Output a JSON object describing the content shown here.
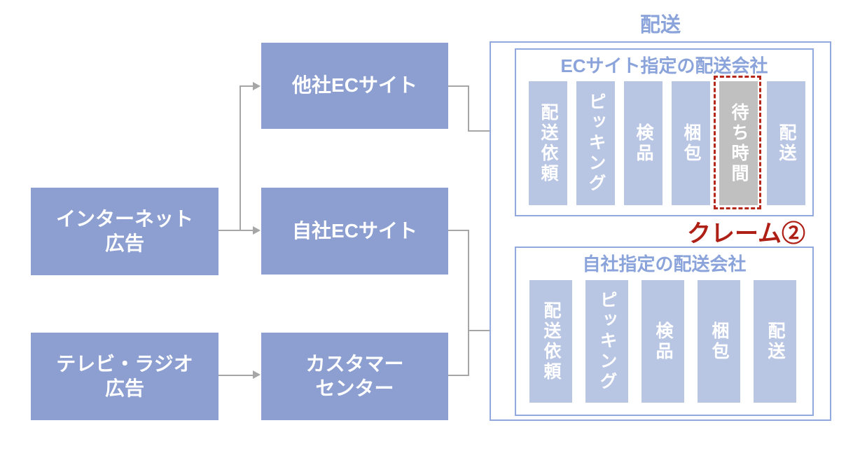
{
  "colors": {
    "boxFill": "#8C9FD0",
    "stepFill": "#B8C5E3",
    "borderBlue": "#91A9DC",
    "titleBlue": "#8AA3DA",
    "arrowGray": "#A6A6A6",
    "grayFill": "#C0C0C0",
    "dashRed": "#B5271B",
    "claimRed": "#AE1F15"
  },
  "sources": [
    {
      "id": "internet-ad",
      "line1": "インターネット",
      "line2": "広告"
    },
    {
      "id": "tv-radio-ad",
      "line1": "テレビ・ラジオ",
      "line2": "広告"
    }
  ],
  "channels": [
    {
      "id": "other-ec-site",
      "line1": "他社ECサイト",
      "line2": ""
    },
    {
      "id": "own-ec-site",
      "line1": "自社ECサイト",
      "line2": ""
    },
    {
      "id": "customer-center",
      "line1": "カスタマー",
      "line2": "センター"
    }
  ],
  "delivery": {
    "title": "配送",
    "claim_label": "クレーム②",
    "groups": [
      {
        "title": "ECサイト指定の配送会社",
        "steps": [
          {
            "label": "配送依頼"
          },
          {
            "label": "ピッキング"
          },
          {
            "label": "検品"
          },
          {
            "label": "梱包"
          },
          {
            "label": "待ち時間",
            "highlight": true
          },
          {
            "label": "配送"
          }
        ]
      },
      {
        "title": "自社指定の配送会社",
        "steps": [
          {
            "label": "配送依頼"
          },
          {
            "label": "ピッキング"
          },
          {
            "label": "検品"
          },
          {
            "label": "梱包"
          },
          {
            "label": "配送"
          }
        ]
      }
    ]
  }
}
